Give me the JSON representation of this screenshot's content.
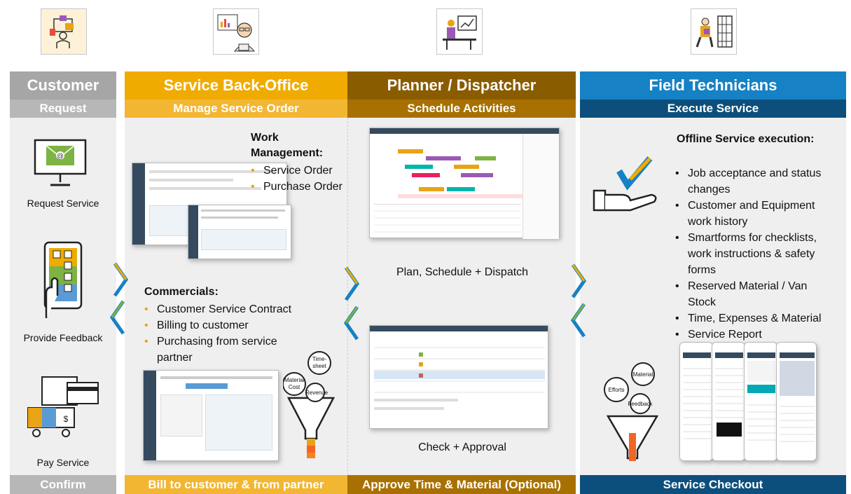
{
  "columns": {
    "customer": {
      "title": "Customer",
      "subtitle": "Request",
      "footer": "Confirm"
    },
    "backoffice": {
      "title": "Service Back-Office",
      "subtitle": "Manage Service Order",
      "footer": "Bill to customer & from partner"
    },
    "planner": {
      "title": "Planner / Dispatcher",
      "subtitle": "Schedule Activities",
      "footer": "Approve Time & Material (Optional)"
    },
    "field": {
      "title": "Field Technicians",
      "subtitle": "Execute Service",
      "footer": "Service Checkout"
    }
  },
  "customer_steps": {
    "request": "Request Service",
    "feedback": "Provide Feedback",
    "pay": "Pay Service"
  },
  "work_management": {
    "heading_line1": "Work",
    "heading_line2": "Management:",
    "items": [
      "Service Order",
      "Purchase Order"
    ]
  },
  "commercials": {
    "heading": "Commercials:",
    "items": [
      "Customer Service Contract",
      "Billing to customer",
      "Purchasing from service",
      "partner"
    ]
  },
  "funnel_left": {
    "labels": [
      "Material Cost",
      "Time-sheet",
      "Revenue"
    ]
  },
  "planner_captions": {
    "top": "Plan, Schedule + Dispatch",
    "bottom": "Check + Approval"
  },
  "field": {
    "heading": "Offline Service execution:",
    "items": [
      [
        "Job acceptance and status",
        "changes"
      ],
      [
        "Customer and Equipment",
        "work history"
      ],
      [
        "Smartforms for checklists,",
        "work instructions & safety",
        "forms"
      ],
      [
        "Reserved Material / Van",
        "Stock"
      ],
      [
        "Time, Expenses & Material"
      ],
      [
        "Service Report"
      ]
    ]
  },
  "funnel_right": {
    "labels": [
      "Efforts",
      "Material",
      "Feedback"
    ]
  },
  "colors": {
    "customer_head": "#a6a6a6",
    "customer_sub": "#b7b7b7",
    "backoffice_head": "#f0ab00",
    "backoffice_sub": "#f2b632",
    "planner_head": "#8a5c00",
    "planner_sub": "#a87000",
    "field_head": "#1681c4",
    "field_sub": "#0d4f7c",
    "field_foot": "#0d4f7c"
  }
}
